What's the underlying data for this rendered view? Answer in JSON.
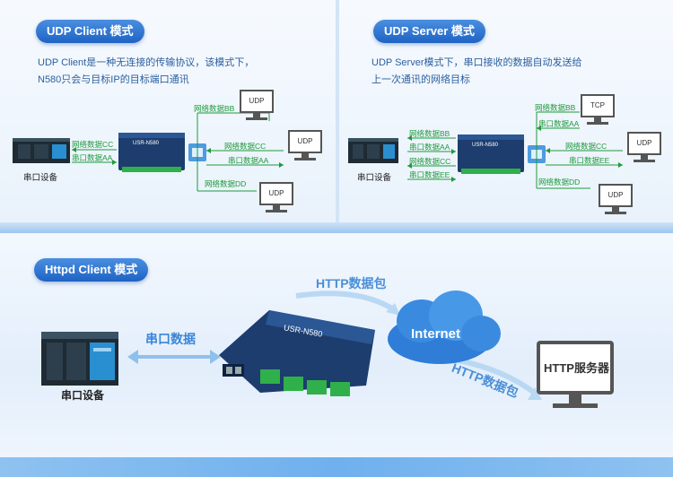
{
  "client": {
    "title": "UDP Client 模式",
    "desc_line1": "UDP Client是一种无连接的传输协议，该模式下，",
    "desc_line2": "N580只会与目标IP的目标端口通讯",
    "device_caption": "串口设备",
    "left_labels": [
      "网络数据CC",
      "串口数据AA"
    ],
    "right_labels": [
      "网络数据BB",
      "网络数据CC",
      "串口数据AA",
      "网络数据DD"
    ],
    "monitors": [
      "UDP",
      "UDP",
      "UDP"
    ],
    "device_name": "USR-N580"
  },
  "server": {
    "title": "UDP Server 模式",
    "desc_line1": "UDP Server模式下，串口接收的数据自动发送给",
    "desc_line2": "上一次通讯的网络目标",
    "device_caption": "串口设备",
    "left_labels": [
      "网络数据BB",
      "串口数据AA",
      "网络数据CC",
      "串口数据EE"
    ],
    "right_labels": [
      "网络数据BB",
      "串口数据AA",
      "网络数据CC",
      "串口数据EE",
      "网络数据DD"
    ],
    "monitors": [
      "TCP",
      "UDP",
      "UDP"
    ],
    "device_name": "USR-N580"
  },
  "httpd": {
    "title": "Httpd Client 模式",
    "serial_data": "串口数据",
    "device_caption": "串口设备",
    "http_packet_top": "HTTP数据包",
    "http_packet_bottom": "HTTP数据包",
    "internet": "Internet",
    "server_label": "HTTP服务器",
    "device_name": "USR-N580"
  },
  "colors": {
    "pill_blue": "#1f63c4",
    "label_green": "#1f9a3c",
    "device_navy": "#1d3d6e",
    "terminal_green": "#2fb04a"
  }
}
